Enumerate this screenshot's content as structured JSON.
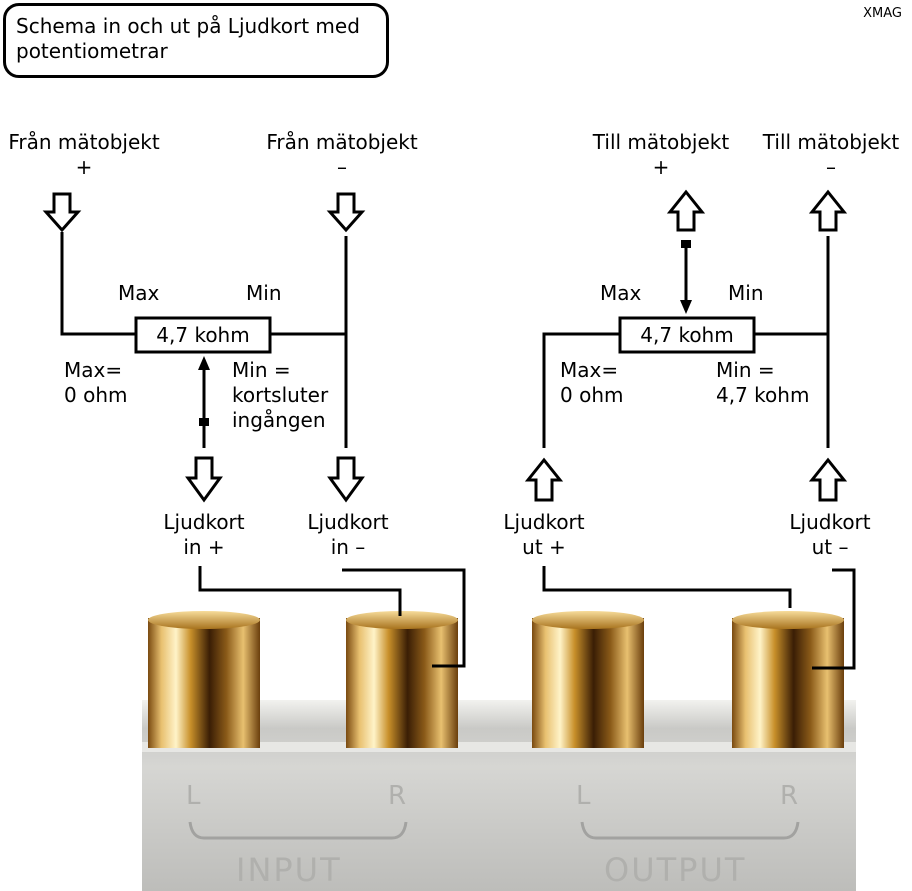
{
  "title": "Schema in och ut på Ljudkort med potentiometrar",
  "brand": "XMAG",
  "input": {
    "source_plus": {
      "line1": "Från mätobjekt",
      "line2": "+"
    },
    "source_minus": {
      "line1": "Från mätobjekt",
      "line2": "–"
    },
    "pot_label": "4,7 kohm",
    "max_label": "Max",
    "min_label": "Min",
    "max_note": {
      "line1": "Max=",
      "line2": "0 ohm"
    },
    "min_note": {
      "line1": "Min =",
      "line2": "kortsluter",
      "line3": "ingången"
    },
    "card_plus": {
      "line1": "Ljudkort",
      "line2": "in +"
    },
    "card_minus": {
      "line1": "Ljudkort",
      "line2": "in –"
    }
  },
  "output": {
    "dest_plus": {
      "line1": "Till mätobjekt",
      "line2": "+"
    },
    "dest_minus": {
      "line1": "Till mätobjekt",
      "line2": "–"
    },
    "pot_label": "4,7 kohm",
    "max_label": "Max",
    "min_label": "Min",
    "max_note": {
      "line1": "Max=",
      "line2": "0 ohm"
    },
    "min_note": {
      "line1": "Min =",
      "line2": "4,7 kohm"
    },
    "card_plus": {
      "line1": "Ljudkort",
      "line2": "ut +"
    },
    "card_minus": {
      "line1": "Ljudkort",
      "line2": "ut  –"
    }
  },
  "panel": {
    "input_l": "L",
    "input_r": "R",
    "input_text": "INPUT",
    "output_l": "L",
    "output_r": "R",
    "output_text": "OUTPUT"
  }
}
